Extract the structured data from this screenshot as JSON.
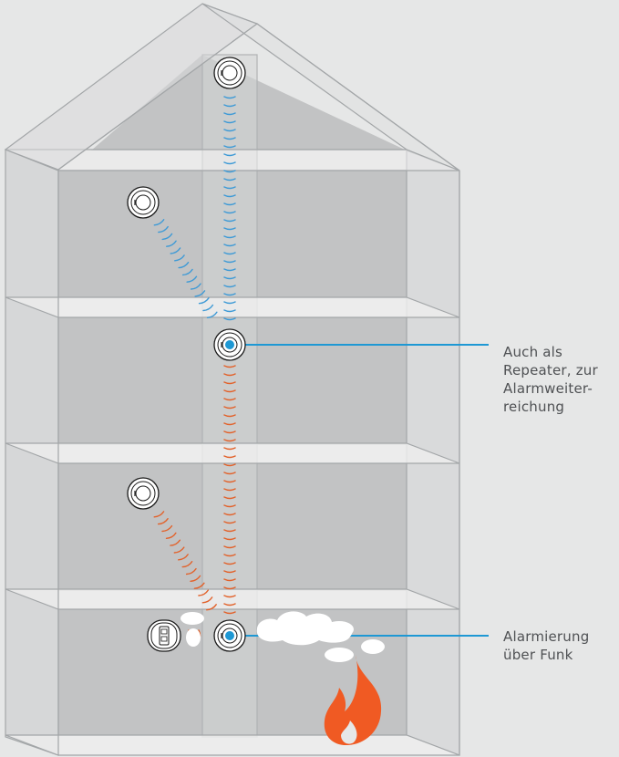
{
  "colors": {
    "background": "#e6e7e7",
    "building_outline": "#a3a6a8",
    "floor_fill": "#c2c3c4",
    "signal_blue": "#3e9ad6",
    "signal_orange": "#e2622b",
    "callout_line": "#1e98d4",
    "callout_text": "#4f5154",
    "flame": "#f05a23",
    "smoke": "#ffffff"
  },
  "callouts": [
    {
      "id": "repeater",
      "text": "Auch als\nRepeater, zur\nAlarmweiter-\nreichung"
    },
    {
      "id": "alarm",
      "text": "Alarmierung\nüber Funk"
    }
  ],
  "icons": {
    "detector": "smoke-detector-icon",
    "remote": "remote-control-icon",
    "fire": "fire-icon",
    "smoke": "smoke-cloud-icon"
  }
}
